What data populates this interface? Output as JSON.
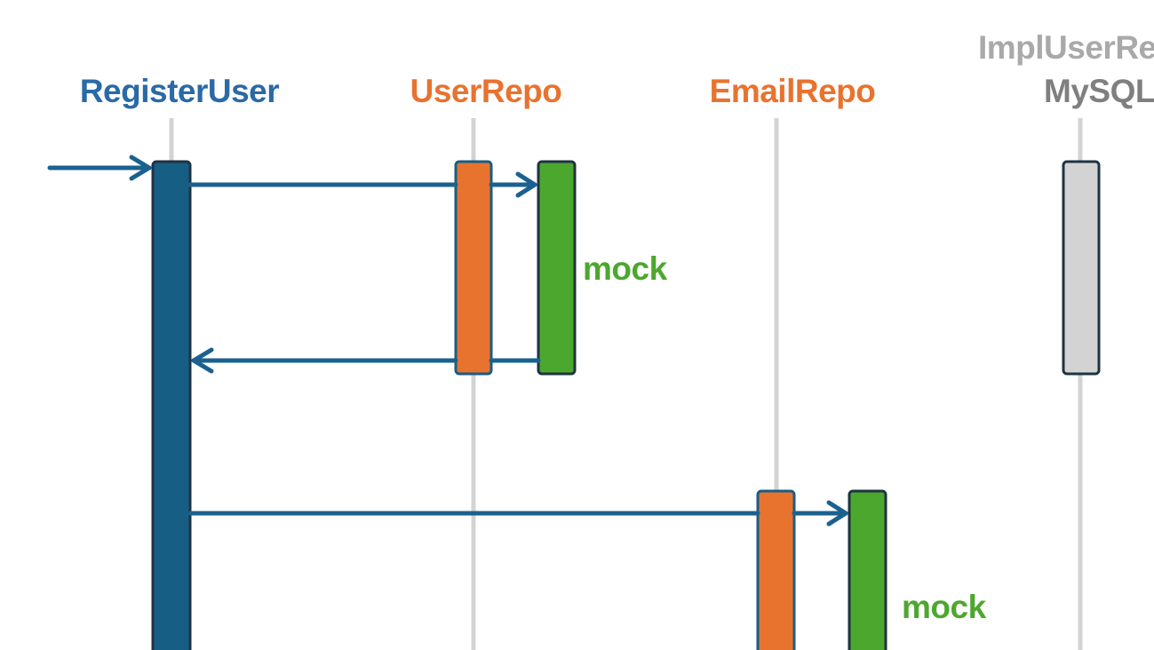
{
  "colors": {
    "background": "#ffffff",
    "lifeline": "#d3d3d3",
    "arrow": "#1b6190",
    "activation_outline": "#1f3342",
    "register_user": "#175e85",
    "register_user_title": "#2a6aa6",
    "repo_orange": "#e8732f",
    "mock_green": "#4ca72e",
    "impl_gray": "#d3d3d3",
    "impl_title": "#a9a9a9",
    "mysql_text": "#7f7f7f"
  },
  "participants": {
    "register_user": {
      "label": "RegisterUser"
    },
    "user_repo": {
      "label": "UserRepo"
    },
    "email_repo": {
      "label": "EmailRepo"
    },
    "impl_user_repo": {
      "label": "ImplUserRe",
      "sublabel": "MySQL"
    }
  },
  "notes": {
    "mock_user_repo": "mock",
    "mock_email_repo": "mock"
  }
}
